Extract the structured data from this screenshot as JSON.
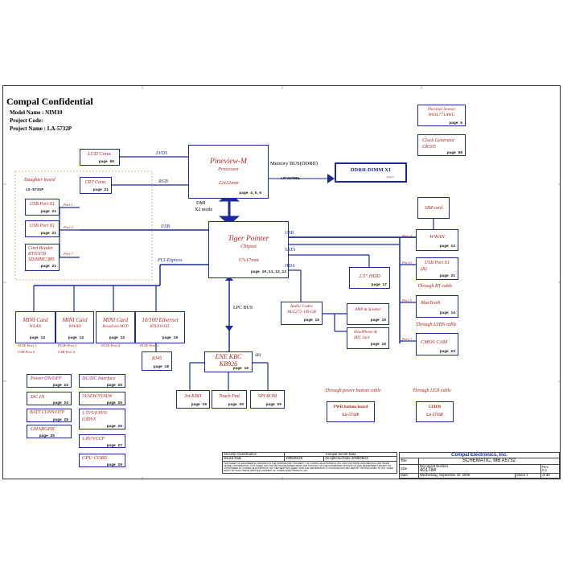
{
  "header": {
    "title": "Compal Confidential",
    "model": "Model Name : NIM10",
    "project_code": "Project Code:",
    "project_name": "Project Name : LA-5732P"
  },
  "blocks": {
    "cpu": {
      "title": "Pineview-M",
      "sub": "Processor",
      "size": "22x22mm",
      "page": "page 4,5,6"
    },
    "pch": {
      "title": "Tiger Pointer",
      "sub": "Chipset",
      "size": "17x17mm",
      "page": "page 10,11,12,13"
    },
    "ddr": {
      "title": "DDRII-DIMM X1",
      "page": "page 9"
    },
    "lcd": {
      "title": "LCD Conn.",
      "page": "page 06"
    },
    "crt": {
      "title": "CRT Conn.",
      "page": "page 21"
    },
    "daughter": {
      "title": "Daughter board",
      "id": "LS-5731P"
    },
    "usb1": {
      "title": "USB Port X1",
      "page": "page 21"
    },
    "usb2": {
      "title": "USB Port X1",
      "page": "page 21"
    },
    "card": {
      "line1": "Card Reader",
      "line2": "RTS5159",
      "line3": "SD/MMC/MS",
      "page": "page 21"
    },
    "thermal": {
      "line1": "Thermal Sensor",
      "line2": "W83L771AWG",
      "page": "page 6"
    },
    "clock": {
      "line1": "Clock Generator",
      "line2": "CK505",
      "page": "page 08"
    },
    "sim": {
      "title": "SIM card"
    },
    "wwan": {
      "title": "WWAN",
      "page": "page 14"
    },
    "usbr": {
      "title": "USB Port X1",
      "sub": "(R)",
      "page": "page 21"
    },
    "bt": {
      "title": "BlueTooth",
      "page": "page 14"
    },
    "cam": {
      "title": "CMOS CAM",
      "page": "page 23"
    },
    "hdd": {
      "title": "2.5\" HDD",
      "page": "page 17"
    },
    "audio": {
      "line1": "Audio Codec",
      "line2": "ALC272-VB-GR",
      "page": "page 15"
    },
    "amp": {
      "title": "AMP & Speaker",
      "page": "page 16"
    },
    "hp": {
      "line1": "HeadPhone &",
      "line2": "MIC Jack",
      "page": "page 16"
    },
    "mini1": {
      "line1": "MINI Card",
      "line2": "WLAN",
      "page": "page 14"
    },
    "mini2": {
      "line1": "MINI Card",
      "line2": "WWAN",
      "page": "page 14"
    },
    "mini3": {
      "line1": "MINI Card",
      "line2": "Broadcom MCP",
      "page": "page 14"
    },
    "eth": {
      "line1": "10/100 Ethernet",
      "line2": "RTL8101EL",
      "page": "page 18"
    },
    "rj45": {
      "title": "RJ45",
      "page": "page 18"
    },
    "kbc": {
      "line1": "ENE KBC",
      "line2": "KB926",
      "page": "page 19"
    },
    "kbd": {
      "title": "Int.KBD",
      "page": "page 19"
    },
    "tp": {
      "title": "Touch Pad",
      "page": "page 20"
    },
    "rom": {
      "title": "SPI ROM",
      "page": "page 20"
    },
    "pwrboard": {
      "line1": "PWR buttom board",
      "line2": "LS-5732P"
    },
    "ledb": {
      "line1": "LED/B",
      "line2": "LS-5733P"
    }
  },
  "power": [
    {
      "label": "Power ON/OFF",
      "page": "page 24"
    },
    {
      "label": "DC IN",
      "page": "page 24"
    },
    {
      "label": "BATT CONN/OTP",
      "page": "page 25"
    },
    {
      "label": "CHARGER",
      "page": "page 25"
    },
    {
      "label": "DC/DC Interface",
      "page": "page 26"
    },
    {
      "label": "3VALW/5VALW",
      "page": "page 26"
    },
    {
      "label": "1.5VS/0.9VS/ 0.89VS",
      "page": "page 26"
    },
    {
      "label": "1.8V/VCCP",
      "page": "page 27"
    },
    {
      "label": "CPU CORE",
      "page": "page 29"
    }
  ],
  "signals": {
    "lvds": "LVDS",
    "rgb": "RGB",
    "membus": "Memory BUS(DDRII)",
    "memspeed": "1.8V/667MHz",
    "dmi1": "DMI",
    "dmi2": "X2 mode",
    "usb_left": "USB",
    "usb_right": "USB",
    "sata": "SATA",
    "hda": "HDA",
    "pcie": "PCI-Express",
    "lpc": "LPC BUS",
    "spi": "SPI",
    "port1": "Port 1",
    "port2": "Port 2",
    "port7": "Port 7",
    "port4": "Port 4",
    "port6": "Port 6",
    "port5": "Port 5",
    "port3": "Port 3",
    "bt_cable": "Through BT cable",
    "lvds_cable": "Through LVDS cable",
    "pwr_cable": "Through power buttom cable",
    "led_cable": "Through LED cable",
    "pcie1": "PCIE-Port 1",
    "pcie2": "PCIE-Port 2",
    "pcie3": "PCIE-Port 3",
    "pcie4": "PCIE-Port 4",
    "pcie1b": "PCIE-Port 1",
    "usb6": "USB Port 6",
    "usb4": "USB Port 4"
  },
  "title_block": {
    "sec_label": "Security Classification",
    "sec_value": "Compal Secret Data",
    "issued_label": "Issued Date",
    "issued_value": "2008/03/25",
    "decipher_label": "Deciphered Date",
    "decipher_value": "2008/09/22",
    "company": "Compal Electronics, Inc.",
    "title_label": "Title",
    "doc_title": "SCHEMATIC, MB A5732",
    "size_label": "Size",
    "docnum_label": "Document Number",
    "rev_label": "Rev",
    "docnum": "401784",
    "rev": "0.1",
    "date_label": "Date:",
    "date_value": "Wednesday, September 10, 2008",
    "sheet_label": "Sheet",
    "sheet_value": "1",
    "of_label": "of",
    "of_value": "30",
    "notice": "THIS SHEET OF ENGINEERING DRAWING IS THE PROPRIETARY PROPERTY OF COMPAL ELECTRONICS, INC. AND CONTAINS CONFIDENTIAL AND TRADE SECRET INFORMATION. THIS SHEET MAY NOT BE TRANSFERRED FROM THE CUSTODY OF THE COMPETENT DIVISION OF R&D DEPARTMENT EXCEPT AS AUTHORIZED BY COMPAL ELECTRONICS, INC. NEITHER THIS SHEET NOR THE INFORMATION IT CONTAINS MAY BE USED BY OR DISCLOSED TO ANY THIRD PARTY WITHOUT PRIOR WRITTEN CONSENT OF COMPAL ELECTRONICS, INC."
  },
  "colors": {
    "ink": "#1a2a9c",
    "label": "#b0221f",
    "frame": "#333333"
  }
}
